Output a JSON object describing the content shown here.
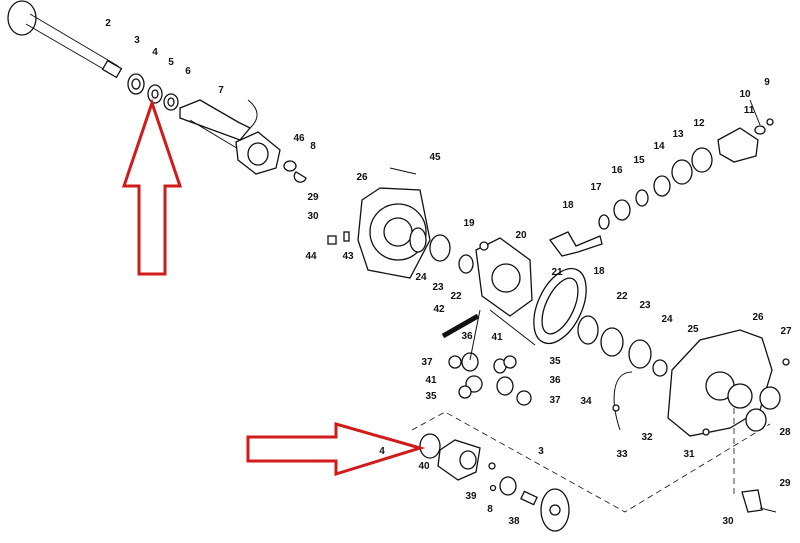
{
  "diagram": {
    "title": "Axle and differential exploded view",
    "labels": [
      "2",
      "3",
      "4",
      "5",
      "6",
      "7",
      "46",
      "8",
      "29",
      "30",
      "44",
      "43",
      "26",
      "45",
      "19",
      "20",
      "24",
      "23",
      "22",
      "18",
      "17",
      "16",
      "15",
      "14",
      "13",
      "12",
      "11",
      "10",
      "9",
      "21",
      "18",
      "42",
      "36",
      "41",
      "37",
      "35",
      "41",
      "36",
      "35",
      "37",
      "22",
      "23",
      "24",
      "25",
      "26",
      "27",
      "34",
      "32",
      "33",
      "31",
      "28",
      "4",
      "40",
      "39",
      "3",
      "8",
      "38",
      "29",
      "30"
    ],
    "highlight_color": "#d11a1a",
    "highlighted_part": "4"
  }
}
